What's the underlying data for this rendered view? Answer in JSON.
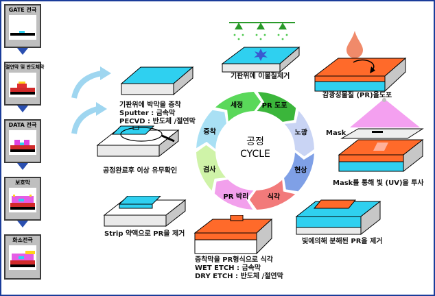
{
  "left_column": {
    "steps": [
      {
        "label": "GATE 전극"
      },
      {
        "label": "절연막 및 반도체막"
      },
      {
        "label": "DATA 전극"
      },
      {
        "label": "보호막"
      },
      {
        "label": "화소전극"
      }
    ]
  },
  "cycle": {
    "title_line1": "공정",
    "title_line2": "CYCLE",
    "segments": [
      "세정",
      "PR 도포",
      "노광",
      "현상",
      "식각",
      "PR 박리",
      "검사",
      "증착"
    ]
  },
  "captions": {
    "clean": "기판위에 이물질제거",
    "pr_coat": "감광성물질 (PR)을도포",
    "mask_label": "Mask",
    "expose": "Mask를 통해 빛 (UV)을 투사",
    "develop": "빛에의해 분해된 PR을 제거",
    "etch_line1": "증착막을 PR형식으로 식각",
    "etch_line2": "WET ETCH : 금속막",
    "etch_line3": "DRY ETCH : 반도체 /절연막",
    "strip": "Strip 약액으로 PR을 제거",
    "inspect": "공정완료후 이상 유무확인",
    "deposit_line1": "기판위에 박막을 증착",
    "deposit_line2": "Sputter : 금속막",
    "deposit_line3": "PECVD : 반도체 /절연막"
  },
  "colors": {
    "frame": "#1a3c9a",
    "cyan": "#2fd0f0",
    "orange": "#ff6a2a",
    "blue_arrow": "#9fd6f0"
  }
}
